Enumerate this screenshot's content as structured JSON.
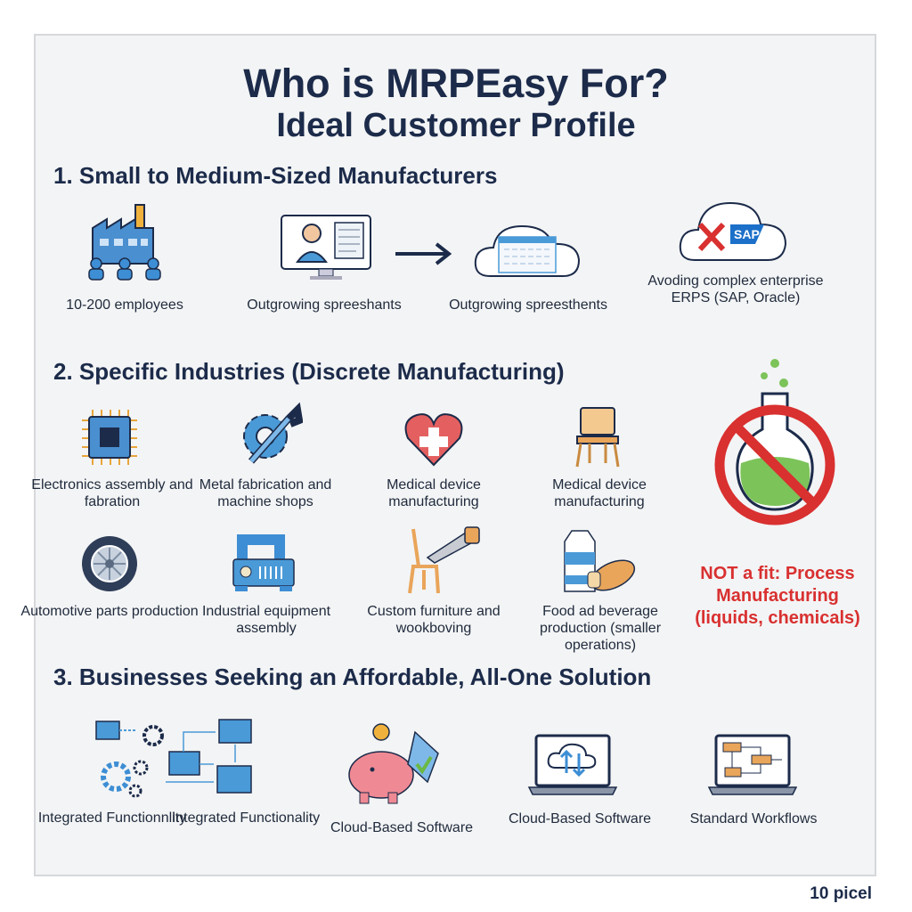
{
  "header": {
    "title": "Who is MRPEasy For?",
    "subtitle": "Ideal Customer Profile"
  },
  "sections": [
    {
      "heading": "1. Small to Medium-Sized Manufacturers",
      "items": [
        {
          "label": "10-200 employees",
          "icon": "factory-icon"
        },
        {
          "label": "Outgrowing spreeshants",
          "icon": "computer-user-icon"
        },
        {
          "label": "Outgrowing spreesthents",
          "icon": "cloud-spreadsheet-icon"
        },
        {
          "label": "Avoding complex enterprise ERPS (SAP, Oracle)",
          "icon": "cloud-sap-crossed-icon",
          "logo_text": "SAP"
        }
      ]
    },
    {
      "heading": "2. Specific Industries (Discrete Manufacturing)",
      "items": [
        {
          "label": "Electronics assembly and fabration",
          "icon": "chip-icon"
        },
        {
          "label": "Metal fabrication and machine shops",
          "icon": "gear-wrench-icon"
        },
        {
          "label": "Medical device manufacturing",
          "icon": "heart-cross-icon"
        },
        {
          "label": "Medical device manufacturing",
          "icon": "chair-icon"
        },
        {
          "label": "Automotive parts production",
          "icon": "tire-icon"
        },
        {
          "label": "Industrial equipment assembly",
          "icon": "machine-icon"
        },
        {
          "label": "Custom furniture and wookboving",
          "icon": "chair-saw-icon"
        },
        {
          "label": "Food ad beverage production (smaller operations)",
          "icon": "milk-bread-icon"
        }
      ],
      "not_fit": {
        "label": "NOT a fit: Process Manufacturing (liquids, chemicals)",
        "icon": "no-flask-icon"
      }
    },
    {
      "heading": "3. Businesses Seeking an Affordable, All-One Solution",
      "items": [
        {
          "label": "Integrated Functionnlity",
          "icon": "workflow-gears-icon"
        },
        {
          "label": "Integrated Functionality",
          "icon": "workflow-boxes-icon"
        },
        {
          "label": "Cloud-Based Software",
          "icon": "piggy-bank-icon"
        },
        {
          "label": "Cloud-Based Software",
          "icon": "laptop-cloud-icon"
        },
        {
          "label": "Standard Workflows",
          "icon": "laptop-flowchart-icon"
        }
      ]
    }
  ],
  "footer": {
    "text": "10 picel"
  },
  "colors": {
    "navy": "#1c2b4a",
    "blue": "#4a9ad8",
    "red": "#d93030",
    "orange": "#e9a55a",
    "green": "#7cc35a"
  }
}
